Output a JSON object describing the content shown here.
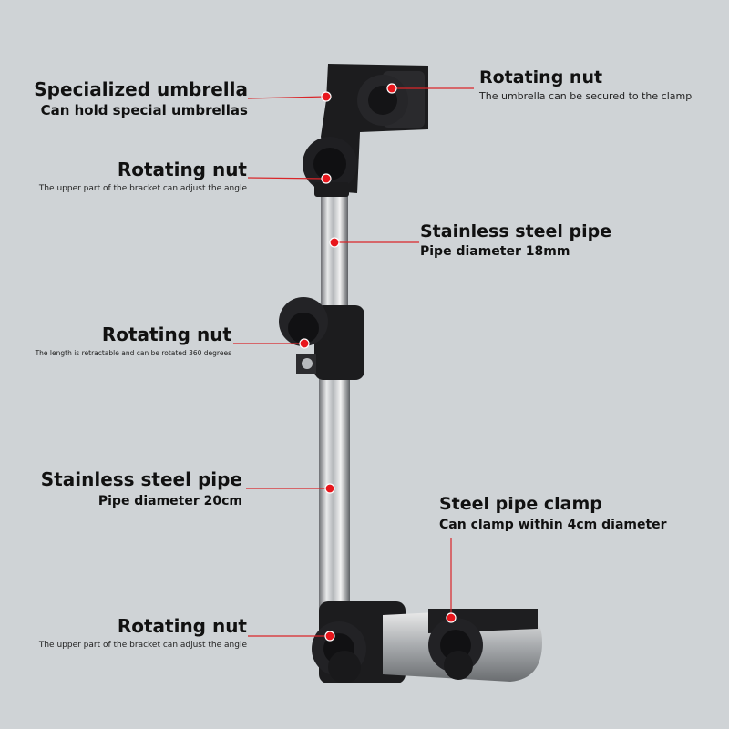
{
  "colors": {
    "background": "#cfd3d6",
    "leader_line": "#d9262a",
    "dot": "#e8161c",
    "plastic": "#1c1c1e",
    "steel": "#b9bcbf"
  },
  "callouts": {
    "umbrella": {
      "title": "Specialized umbrella",
      "sub": "Can hold special umbrellas"
    },
    "top_nut": {
      "title": "Rotating nut",
      "sub": "The umbrella can be secured to the clamp"
    },
    "upper_nut": {
      "title": "Rotating nut",
      "sub": "The upper part of the bracket can adjust the angle"
    },
    "upper_pipe": {
      "title": "Stainless steel pipe",
      "sub": "Pipe diameter 18mm"
    },
    "middle_nut": {
      "title": "Rotating nut",
      "sub": "The length is retractable and can be rotated 360 degrees"
    },
    "lower_pipe": {
      "title": "Stainless steel pipe",
      "sub": "Pipe diameter 20cm"
    },
    "clamp": {
      "title": "Steel pipe clamp",
      "sub": "Can clamp within 4cm diameter"
    },
    "bottom_nut": {
      "title": "Rotating nut",
      "sub": "The upper part of the bracket can adjust the angle"
    }
  }
}
